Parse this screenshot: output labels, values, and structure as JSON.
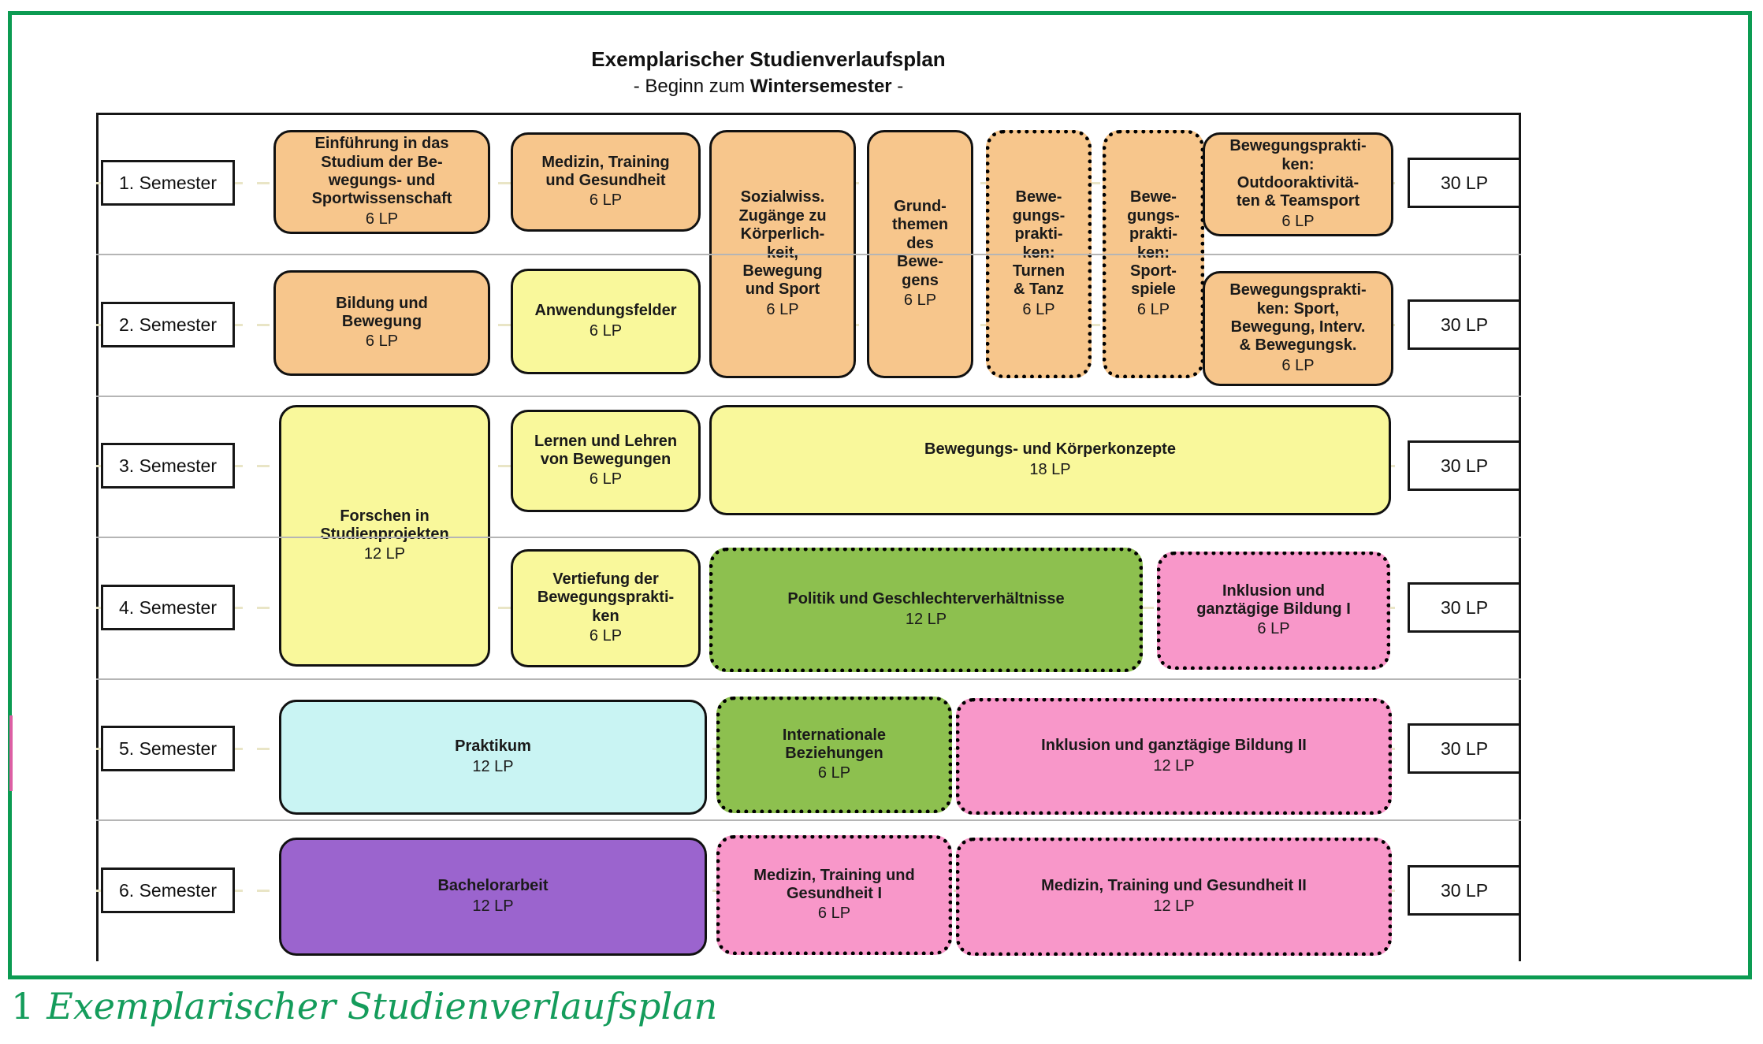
{
  "page": {
    "title": "Exemplarischer Studienverlaufsplan",
    "subtitle_prefix": "- Beginn zum ",
    "subtitle_bold": "Wintersemester",
    "subtitle_suffix": " -",
    "caption_number": "1",
    "caption_text": "Exemplarischer Studienverlaufsplan"
  },
  "palette": {
    "frame_green": "#0c9b52",
    "caption_green": "#149c5b",
    "course_orange": "#f7c68c",
    "course_yellow": "#f9f89b",
    "course_green": "#8dc04f",
    "course_pink": "#f897c9",
    "course_cyan": "#c9f4f3",
    "course_purple": "#9b64ce",
    "artifact_pink": "#dd5fa4"
  },
  "rows": [
    {
      "label": "1. Semester",
      "lp_total": "30 LP"
    },
    {
      "label": "2. Semester",
      "lp_total": "30 LP"
    },
    {
      "label": "3. Semester",
      "lp_total": "30 LP"
    },
    {
      "label": "4. Semester",
      "lp_total": "30 LP"
    },
    {
      "label": "5. Semester",
      "lp_total": "30 LP"
    },
    {
      "label": "6. Semester",
      "lp_total": "30 LP"
    }
  ],
  "courses": {
    "einfuehrung": {
      "title": "Einführung in das\nStudium der Be-\nwegungs- und\nSportwissenschaft",
      "lp": "6 LP"
    },
    "medizin1sem": {
      "title": "Medizin, Training\nund Gesundheit",
      "lp": "6 LP"
    },
    "sozialwiss": {
      "title": "Sozialwiss.\nZugänge zu\nKörperlich-\nkeit,\nBewegung\nund Sport",
      "lp": "6 LP"
    },
    "grundthemen": {
      "title": "Grund-\nthemen\ndes\nBewe-\ngens",
      "lp": "6 LP"
    },
    "turnen": {
      "title": "Bewe-\ngungs-\nprakti-\nken:\nTurnen\n& Tanz",
      "lp": "6 LP"
    },
    "sportspiele": {
      "title": "Bewe-\ngungs-\nprakti-\nken:\nSport-\nspiele",
      "lp": "6 LP"
    },
    "outdoor": {
      "title": "Bewegungsprakti-\nken:\nOutdooraktivitä-\nten & Teamsport",
      "lp": "6 LP"
    },
    "bildung": {
      "title": "Bildung und\nBewegung",
      "lp": "6 LP"
    },
    "anwendungsfelder": {
      "title": "Anwendungsfelder",
      "lp": "6 LP"
    },
    "sportbewegung": {
      "title": "Bewegungsprakti-\nken: Sport,\nBewegung, Interv.\n& Bewegungsk.",
      "lp": "6 LP"
    },
    "forschen": {
      "title": "Forschen in\nStudienprojekten",
      "lp": "12 LP"
    },
    "lernen": {
      "title": "Lernen und Lehren\nvon Bewegungen",
      "lp": "6 LP"
    },
    "koerperkonzepte": {
      "title": "Bewegungs- und Körperkonzepte",
      "lp": "18 LP"
    },
    "vertiefung": {
      "title": "Vertiefung der\nBewegungsprakti-\nken",
      "lp": "6 LP"
    },
    "politik": {
      "title": "Politik und Geschlechterverhältnisse",
      "lp": "12 LP"
    },
    "inklusion1": {
      "title": "Inklusion und\nganztägige Bildung I",
      "lp": "6 LP"
    },
    "praktikum": {
      "title": "Praktikum",
      "lp": "12 LP"
    },
    "intbez": {
      "title": "Internationale\nBeziehungen",
      "lp": "6 LP"
    },
    "inklusion2": {
      "title": "Inklusion und ganztägige Bildung II",
      "lp": "12 LP"
    },
    "bachelor": {
      "title": "Bachelorarbeit",
      "lp": "12 LP"
    },
    "mtg1": {
      "title": "Medizin, Training und\nGesundheit I",
      "lp": "6 LP"
    },
    "mtg2": {
      "title": "Medizin, Training und Gesundheit II",
      "lp": "12 LP"
    }
  }
}
